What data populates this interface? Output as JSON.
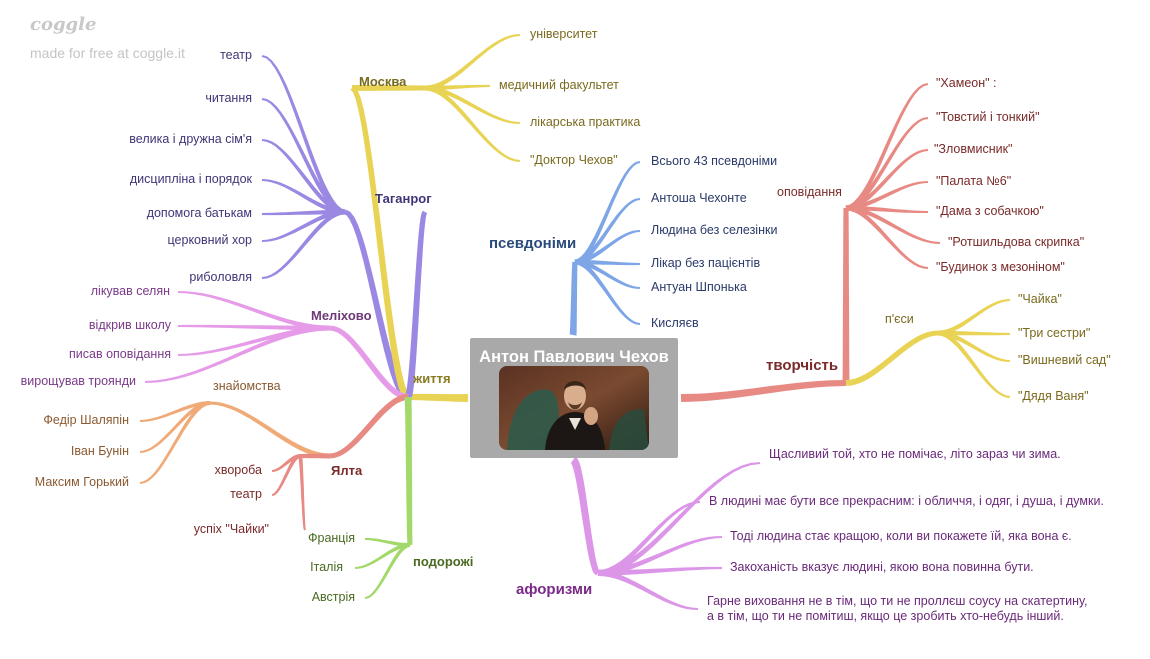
{
  "brand": {
    "logo": "coggle",
    "tagline": "made for free at coggle.it"
  },
  "colors": {
    "zhyttia": "#e8d355",
    "taganrog": "#9b88e3",
    "moskva": "#e8d355",
    "melikhovo": "#e69be8",
    "yalta": "#e88a84",
    "znaiomstva": "#f0aa78",
    "podorozhi": "#a3d96b",
    "psevdonimy": "#7ea6e6",
    "tvorchist": "#e88a84",
    "opovidannia": "#e88a84",
    "piesy": "#e8d355",
    "aforyzmy": "#dc96e8"
  },
  "center": {
    "title": "Антон Павлович Чехов",
    "image": "portrait-photo"
  },
  "branches": {
    "zhyttia": {
      "label": "життя",
      "taganrog": {
        "label": "Таганрог",
        "items": [
          "театр",
          "читання",
          "велика і дружна сім'я",
          "дисципліна і порядок",
          "допомога батькам",
          "церковний хор",
          "риболовля"
        ]
      },
      "moskva": {
        "label": "Москва",
        "items": [
          "університет",
          "медичний факультет",
          "лікарська практика",
          "\"Доктор Чехов\""
        ]
      },
      "melikhovo": {
        "label": "Меліхово",
        "items": [
          "лікував селян",
          "відкрив школу",
          "писав оповідання",
          "вирощував троянди"
        ]
      },
      "yalta": {
        "label": "Ялта",
        "items": [
          "хвороба",
          "театр",
          "успіх \"Чайки\""
        ]
      },
      "znaiomstva": {
        "label": "знайомства",
        "items": [
          "Федір Шаляпін",
          "Іван Бунін",
          "Максим Горький"
        ]
      },
      "podorozhi": {
        "label": "подорожі",
        "items": [
          "Франція",
          "Італія",
          "Австрія"
        ]
      }
    },
    "psevdonimy": {
      "label": "псевдоніми",
      "items": [
        "Всього 43 псевдоніми",
        "Антоша Чехонте",
        "Людина без селезінки",
        "Лікар без пацієнтів",
        "Антуан Шпонька",
        "Кисляєв"
      ]
    },
    "tvorchist": {
      "label": "творчість",
      "opovidannia": {
        "label": "оповідання",
        "items": [
          "\"Хамеон\" :",
          "\"Товстий і тонкий\"",
          "\"Зловмисник\"",
          "\"Палата №6\"",
          "\"Дама з собачкою\"",
          "\"Ротшильдова скрипка\"",
          "\"Будинок з мезоніном\""
        ]
      },
      "piesy": {
        "label": "п'єси",
        "items": [
          "\"Чайка\"",
          "\"Три сестри\"",
          "\"Вишневий сад\"",
          "\"Дядя Ваня\""
        ]
      }
    },
    "aforyzmy": {
      "label": "афоризми",
      "items": [
        "Щасливий той, хто не помічає, літо зараз чи зима.",
        "В людині має бути все прекрасним: і обличчя, і одяг, і душа, і думки.",
        "Тоді людина стає кращою, коли ви покажете їй, яка вона є.",
        "Закоханість вказує людині, якою вона повинна бути."
      ],
      "last_item": {
        "line1": "Гарне виховання не в тім, що ти не проллєш соусу на скатертину,",
        "line2": "а в тім, що ти не помітиш, якщо це зробить хто-небудь інший."
      }
    }
  }
}
